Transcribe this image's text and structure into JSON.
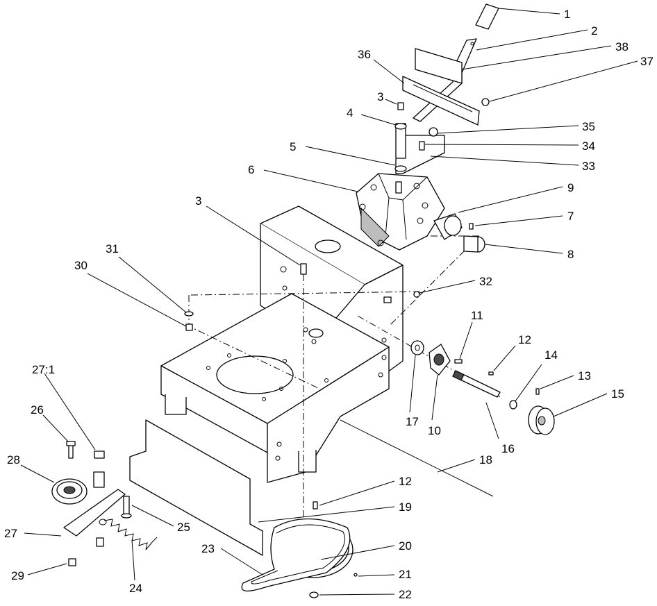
{
  "diagram": {
    "callouts": [
      {
        "id": "c1",
        "text": "1"
      },
      {
        "id": "c2",
        "text": "2"
      },
      {
        "id": "c38",
        "text": "38"
      },
      {
        "id": "c36",
        "text": "36"
      },
      {
        "id": "c37",
        "text": "37"
      },
      {
        "id": "c3a",
        "text": "3"
      },
      {
        "id": "c4",
        "text": "4"
      },
      {
        "id": "c35",
        "text": "35"
      },
      {
        "id": "c34",
        "text": "34"
      },
      {
        "id": "c5",
        "text": "5"
      },
      {
        "id": "c33",
        "text": "33"
      },
      {
        "id": "c6",
        "text": "6"
      },
      {
        "id": "c9",
        "text": "9"
      },
      {
        "id": "c7",
        "text": "7"
      },
      {
        "id": "c8",
        "text": "8"
      },
      {
        "id": "c3b",
        "text": "3"
      },
      {
        "id": "c31",
        "text": "31"
      },
      {
        "id": "c30",
        "text": "30"
      },
      {
        "id": "c32",
        "text": "32"
      },
      {
        "id": "c11",
        "text": "11"
      },
      {
        "id": "c12a",
        "text": "12"
      },
      {
        "id": "c14",
        "text": "14"
      },
      {
        "id": "c13",
        "text": "13"
      },
      {
        "id": "c15",
        "text": "15"
      },
      {
        "id": "c17",
        "text": "17"
      },
      {
        "id": "c10",
        "text": "10"
      },
      {
        "id": "c16",
        "text": "16"
      },
      {
        "id": "c271",
        "text": "27:1"
      },
      {
        "id": "c26",
        "text": "26"
      },
      {
        "id": "c28",
        "text": "28"
      },
      {
        "id": "c18",
        "text": "18"
      },
      {
        "id": "c12b",
        "text": "12"
      },
      {
        "id": "c19",
        "text": "19"
      },
      {
        "id": "c25",
        "text": "25"
      },
      {
        "id": "c27",
        "text": "27"
      },
      {
        "id": "c20",
        "text": "20"
      },
      {
        "id": "c23",
        "text": "23"
      },
      {
        "id": "c21",
        "text": "21"
      },
      {
        "id": "c29",
        "text": "29"
      },
      {
        "id": "c24",
        "text": "24"
      },
      {
        "id": "c22",
        "text": "22"
      }
    ]
  }
}
